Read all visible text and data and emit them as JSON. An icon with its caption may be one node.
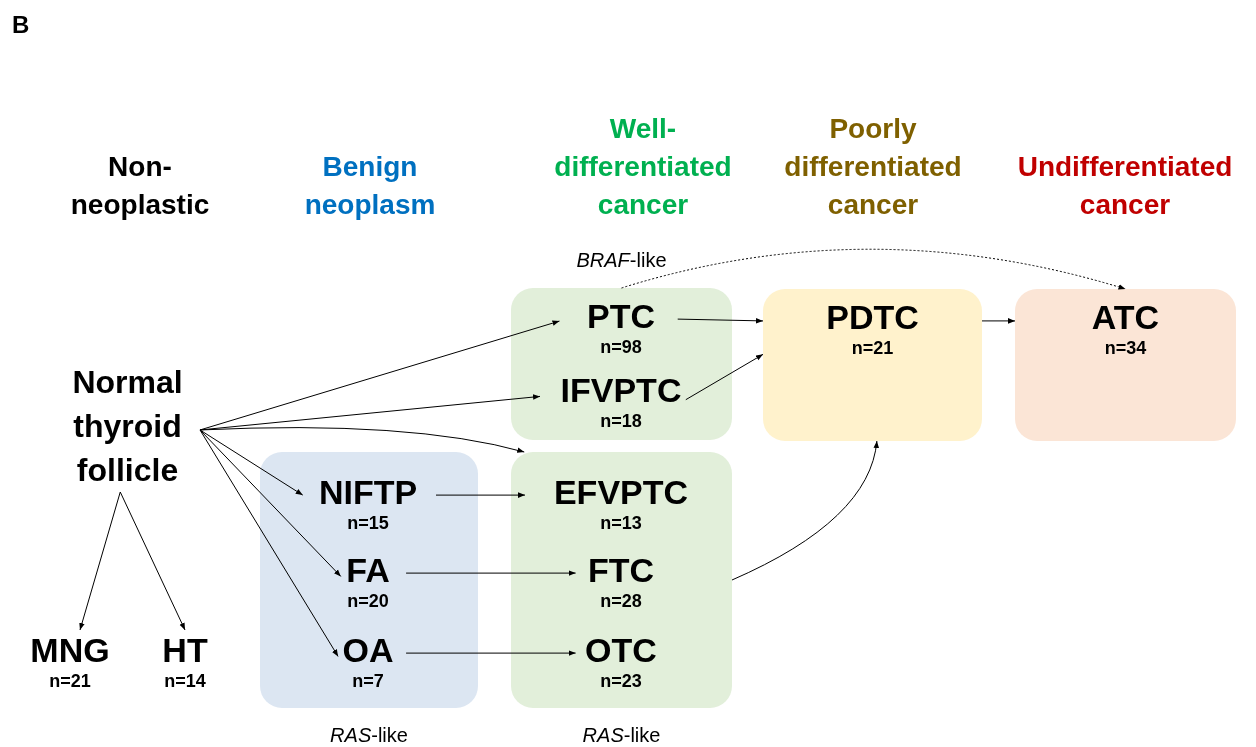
{
  "diagram": {
    "nodes": [
      {
        "text": [
          "Normal thyroid follicle"
        ]
      },
      {
        "text": [
          "MNG",
          "n=21"
        ]
      },
      {
        "text": [
          "HT",
          "n=14"
        ]
      },
      {
        "text": [],
        "shape": "box",
        "beside": [
          "*RAS*-like"
        ]
      },
      {
        "text": [
          "NIFTP",
          "n=15"
        ],
        "in": 3
      },
      {
        "text": [
          "FA",
          "n=20"
        ],
        "in": 3
      },
      {
        "text": [
          "OA",
          "n=7"
        ],
        "in": 3
      },
      {
        "text": [],
        "shape": "box",
        "beside": [
          "*BRAF*-like"
        ]
      },
      {
        "text": [
          "PTC",
          "n=98"
        ],
        "in": 7
      },
      {
        "text": [
          "IFVPTC",
          "n=18"
        ],
        "in": 7
      },
      {
        "text": [],
        "shape": "box",
        "beside": [
          "*RAS*-like"
        ]
      },
      {
        "text": [
          "EFVPTC",
          "n=13"
        ],
        "in": 10
      },
      {
        "text": [
          "FTC",
          "n=28"
        ],
        "in": 10
      },
      {
        "text": [
          "OTC",
          "n=23"
        ],
        "in": 10
      },
      {
        "text": [
          "PDTC",
          "n=21"
        ]
      },
      {
        "text": [
          "ATC",
          "n=34"
        ]
      }
    ],
    "edges": [
      {
        "from": 0,
        "to": 1,
        "arrow": "to"
      },
      {
        "from": 0,
        "to": 2,
        "arrow": "to"
      },
      {
        "from": 0,
        "to": 8,
        "arrow": "to"
      },
      {
        "from": 0,
        "to": 9,
        "arrow": "to"
      },
      {
        "from": 0,
        "to": 10,
        "arrow": "to"
      },
      {
        "from": 0,
        "to": 4,
        "arrow": "to"
      },
      {
        "from": 0,
        "to": 5,
        "arrow": "to"
      },
      {
        "from": 0,
        "to": 6,
        "arrow": "to"
      },
      {
        "from": 4,
        "to": 11,
        "arrow": "to"
      },
      {
        "from": 5,
        "to": 12,
        "arrow": "to"
      },
      {
        "from": 6,
        "to": 13,
        "arrow": "to"
      },
      {
        "from": 8,
        "to": 14,
        "arrow": "to"
      },
      {
        "from": 9,
        "to": 14,
        "arrow": "to"
      },
      {
        "from": 10,
        "to": 14,
        "arrow": "to"
      },
      {
        "from": 14,
        "to": 15,
        "arrow": "to"
      },
      {
        "from": 7,
        "to": 15,
        "arrow": "to",
        "style": "dashed"
      }
    ],
    "labels": [
      "B",
      "Non-neoplastic",
      "Benign neoplasm",
      "Well-differentiated cancer",
      "Poorly differentiated cancer",
      "Undifferentiated cancer"
    ]
  }
}
